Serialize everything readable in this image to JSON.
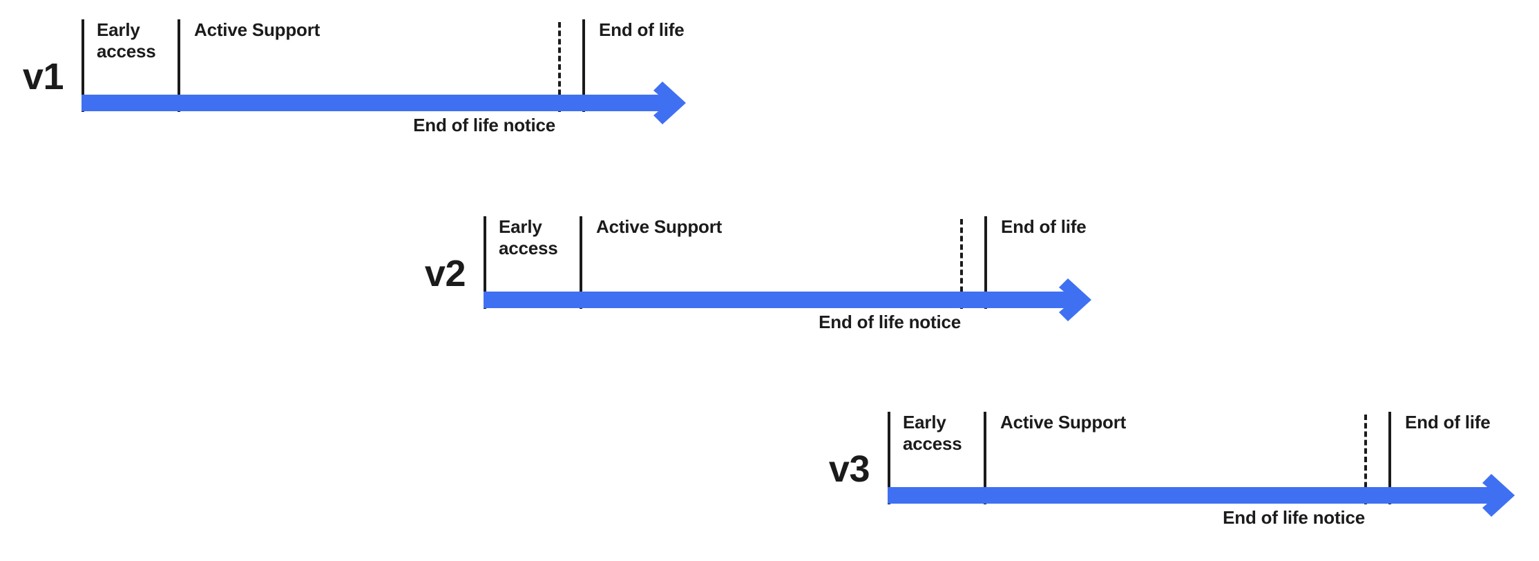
{
  "diagram": {
    "type": "release-lifecycle-timeline",
    "accent_color": "#4070f2",
    "text_color": "#1b1b1b",
    "background_color": "#ffffff",
    "rows": [
      {
        "version": "v1",
        "early_access_label": "Early\naccess",
        "active_support_label": "Active Support",
        "end_of_life_label": "End of life",
        "notice_label": "End of life notice"
      },
      {
        "version": "v2",
        "early_access_label": "Early\naccess",
        "active_support_label": "Active Support",
        "end_of_life_label": "End of life",
        "notice_label": "End of life notice"
      },
      {
        "version": "v3",
        "early_access_label": "Early\naccess",
        "active_support_label": "Active Support",
        "end_of_life_label": "End of life",
        "notice_label": "End of life notice"
      }
    ]
  }
}
